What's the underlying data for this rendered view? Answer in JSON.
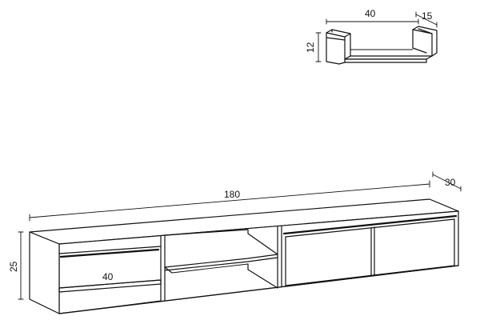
{
  "shelf": {
    "width_label": "40",
    "depth_label": "15",
    "height_label": "12"
  },
  "cabinet": {
    "width_label": "180",
    "depth_label": "30",
    "height_label": "25",
    "drawer_width_label": "40"
  }
}
